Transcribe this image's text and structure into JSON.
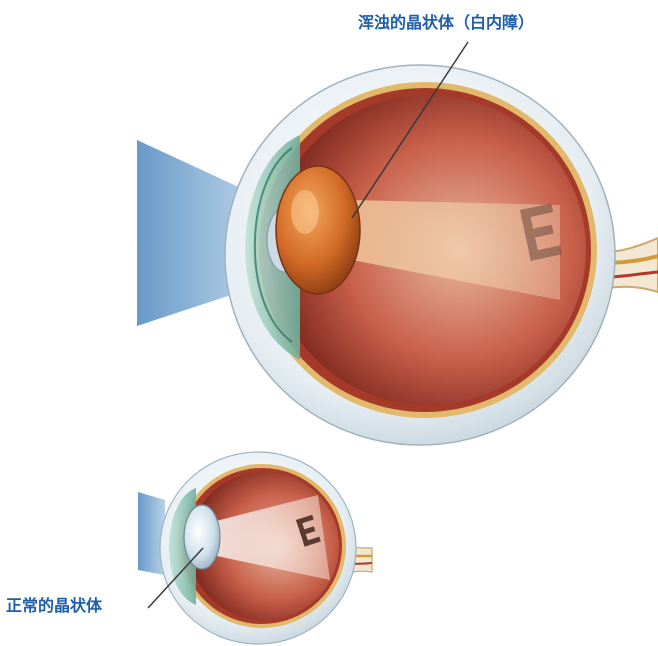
{
  "labels": {
    "cataract_lens": "浑浊的晶状体（白内障）",
    "normal_lens": "正常的晶状体"
  },
  "colors": {
    "label_text": "#1f5ea8",
    "leader_line": "#3a3a3a",
    "light_beam": "#6f9fc8",
    "sclera": "#e9f0f4",
    "retina": "#a5392a",
    "lens_cataract": "#c9631f",
    "lens_normal": "#c9dde9",
    "optic_nerve": "#d9a23a"
  },
  "icons": {
    "large_eye": "eye-cross-section-cataract",
    "small_eye": "eye-cross-section-normal",
    "retinal_image": "letter-e-image"
  }
}
